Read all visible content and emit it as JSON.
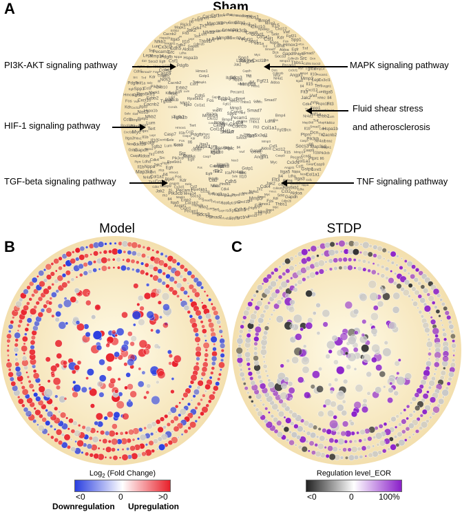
{
  "panels": {
    "a": {
      "letter": "A",
      "title": "Sham"
    },
    "b": {
      "letter": "B",
      "title": "Model"
    },
    "c": {
      "letter": "C",
      "title": "STDP"
    }
  },
  "annotations": {
    "pi3k": "PI3K-AKT signaling pathway",
    "hif1": "HIF-1 signaling pathway",
    "tgfb": "TGF-beta signaling pathway",
    "mapk": "MAPK signaling pathway",
    "fluid_line1": "Fluid shear stress",
    "fluid_line2": "and atherosclerosis",
    "tnf": "TNF signaling pathway"
  },
  "genes": [
    "Lum",
    "Nfkb2",
    "Hspa1b",
    "Cacnb2",
    "Erbb2",
    "Mapk1",
    "Pik3cb",
    "Il6",
    "Casp9",
    "Ccnd1",
    "Col1a1",
    "Csf1",
    "Nppa",
    "Ldha",
    "Aldoa",
    "Gapdh",
    "Cdkn2b",
    "Thbs1",
    "Myc",
    "Bmp4",
    "Mmp3",
    "Il15",
    "Cxcl12",
    "Vwf",
    "Fgf21",
    "Spp1",
    "Hif1a",
    "Tnf",
    "Smad7",
    "Dcn",
    "Socs3",
    "Mmp14",
    "Pecam1",
    "Cx3cl1",
    "Angpt1",
    "Itga5",
    "Il4",
    "Flt3",
    "Jak2",
    "Cdk4",
    "Tlr2",
    "Nr4a1",
    "Map3k8",
    "Il1b",
    "Ptprc",
    "Casp7",
    "Gstp1",
    "Nos3",
    "Itga3",
    "Cxcl10",
    "Rps6kb1",
    "Ccl2",
    "Sele",
    "Kdr",
    "Fos",
    "Hmox1",
    "Egfr",
    "Pdgfb",
    "Src",
    "Cdh5",
    "Tgfb2",
    "Il10",
    "Lepr",
    "Tert"
  ],
  "colors": {
    "net_bg_center": "#fffbe8",
    "net_bg_edge": "#f3dfae",
    "sham_text": "#555555",
    "up": "#e8202a",
    "down": "#2a3fe0",
    "neutral": "#c8c8c8",
    "purple": "#8a1fc9",
    "dark": "#333333"
  },
  "legend_model": {
    "title_prefix": "Log",
    "title_sub": "2",
    "title_suffix": " (Fold Change)",
    "tick_low": "<0",
    "tick_mid": "0",
    "tick_high": ">0",
    "label_down": "Downregulation",
    "label_up": "Upregulation"
  },
  "legend_stdp": {
    "title": "Regulation level_EOR",
    "tick_low": "<0",
    "tick_mid": "0",
    "tick_high": "100%"
  }
}
